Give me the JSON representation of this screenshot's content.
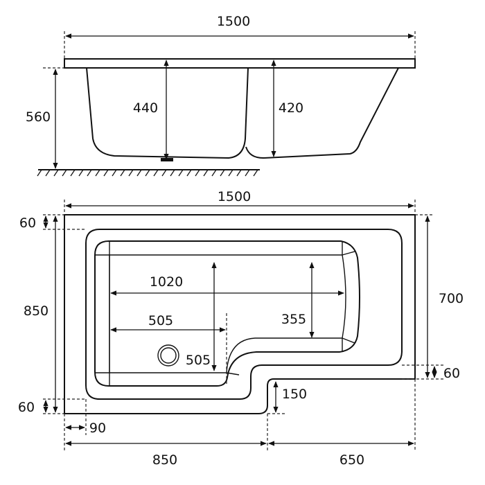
{
  "side_view": {
    "overall_length": "1500",
    "overall_height": "560",
    "depth_left": "440",
    "depth_right": "420"
  },
  "plan_view": {
    "overall_length": "1500",
    "rim_top": "60",
    "overall_width": "850",
    "rim_bottom": "60",
    "rim_left": "90",
    "bottom_left_length": "850",
    "bottom_right_length": "650",
    "step_depth": "150",
    "right_width": "700",
    "rim_right": "60",
    "basin_length": "1020",
    "drain_from_end": "505",
    "drain_from_side": "505",
    "shower_area_width": "355"
  }
}
